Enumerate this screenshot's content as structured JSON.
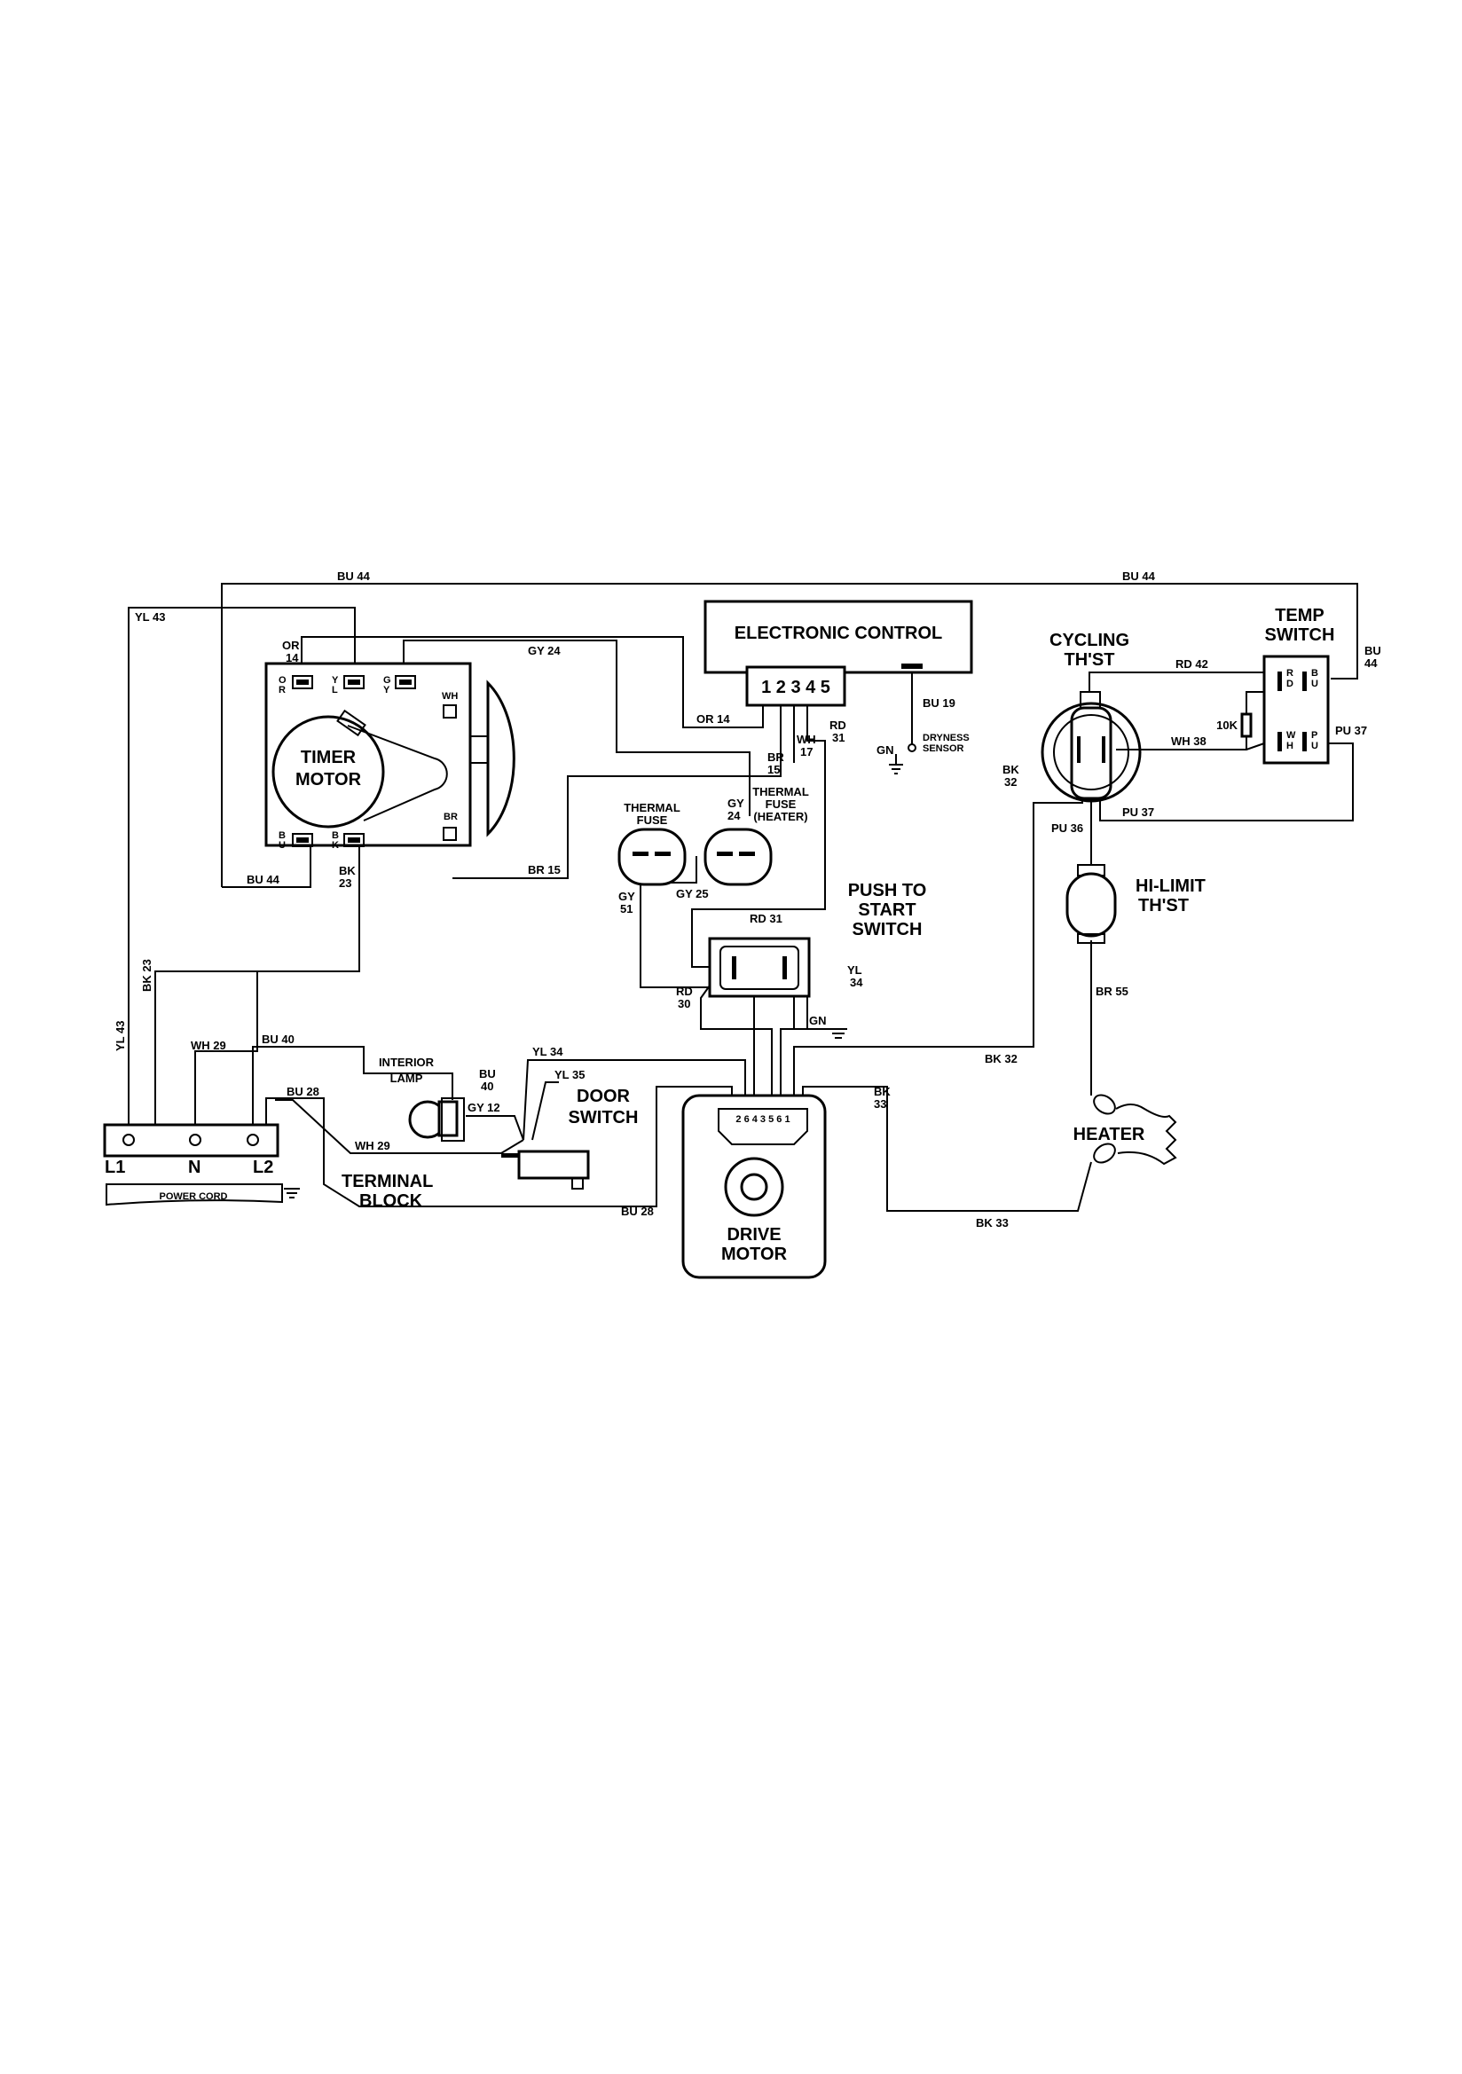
{
  "components": {
    "electronic_control": "ELECTRONIC CONTROL",
    "control_pins": "1 2 3 4 5",
    "timer_motor": [
      "TIMER",
      "MOTOR"
    ],
    "cycling_thst": [
      "CYCLING",
      "TH'ST"
    ],
    "temp_switch": [
      "TEMP",
      "SWITCH"
    ],
    "thermal_fuse": [
      "THERMAL",
      "FUSE"
    ],
    "thermal_fuse_heater": [
      "THERMAL",
      "FUSE",
      "(HEATER)"
    ],
    "push_to_start": [
      "PUSH TO",
      "START",
      "SWITCH"
    ],
    "hi_limit": [
      "HI-LIMIT",
      "TH'ST"
    ],
    "heater": "HEATER",
    "interior_lamp": [
      "INTERIOR",
      "LAMP"
    ],
    "door_switch": [
      "DOOR",
      "SWITCH"
    ],
    "drive_motor": [
      "DRIVE",
      "MOTOR"
    ],
    "terminal_block": [
      "TERMINAL",
      "BLOCK"
    ],
    "power_cord": "POWER CORD",
    "dryness_sensor": [
      "DRYNESS",
      "SENSOR"
    ],
    "resistor": "10K",
    "terminals": [
      "L1",
      "N",
      "L2"
    ],
    "motor_pins": "2 6 4 3  5 6 1"
  },
  "timer_terminals": {
    "or": [
      "O",
      "R"
    ],
    "yl": [
      "Y",
      "L"
    ],
    "gy": [
      "G",
      "Y"
    ],
    "wh": "WH",
    "br": "BR",
    "bu": [
      "B",
      "U"
    ],
    "bk": [
      "B",
      "K"
    ]
  },
  "temp_terminals": {
    "rd": [
      "R",
      "D"
    ],
    "bu": [
      "B",
      "U"
    ],
    "wh": [
      "W",
      "H"
    ],
    "pu": [
      "P",
      "U"
    ]
  },
  "wires": {
    "bu44_top_left": "BU 44",
    "bu44_top_right": "BU 44",
    "bu44_right": [
      "BU",
      "44"
    ],
    "yl43_top": "YL 43",
    "or14_top": [
      "OR",
      "14"
    ],
    "gy24_top": "GY 24",
    "or14_mid": "OR 14",
    "br15_ctrl": [
      "BR",
      "15"
    ],
    "wh17": [
      "WH",
      "17"
    ],
    "rd31_ctrl": [
      "RD",
      "31"
    ],
    "bu19": "BU 19",
    "gn_sensor": "GN",
    "rd42": "RD 42",
    "wh38": "WH 38",
    "pu37_right": "PU 37",
    "pu37_bottom": "PU 37",
    "bk32_left": [
      "BK",
      "32"
    ],
    "pu36": "PU 36",
    "gy24_fuse": [
      "GY",
      "24"
    ],
    "br15_timer": "BR 15",
    "bu44_timer": "BU 44",
    "bk23_timer": [
      "BK",
      "23"
    ],
    "gy51": [
      "GY",
      "51"
    ],
    "gy25": "GY 25",
    "rd31_push": "RD 31",
    "rd30": [
      "RD",
      "30"
    ],
    "yl34_push": [
      "YL",
      "34"
    ],
    "gn_push": "GN",
    "br55": "BR 55",
    "bk32_motor": "BK 32",
    "bk33_motor": [
      "BK",
      "33"
    ],
    "bk33_bottom": "BK 33",
    "yl43_left": "YL 43",
    "bk23_left": "BK 23",
    "wh29_top": "WH 29",
    "bu40_top": "BU 40",
    "bu28_top": "BU 28",
    "bu40_lamp": [
      "BU",
      "40"
    ],
    "gy12": "GY 12",
    "yl34_door": "YL 34",
    "yl35": "YL 35",
    "wh29_bottom": "WH 29",
    "bu28_bottom": "BU 28"
  }
}
